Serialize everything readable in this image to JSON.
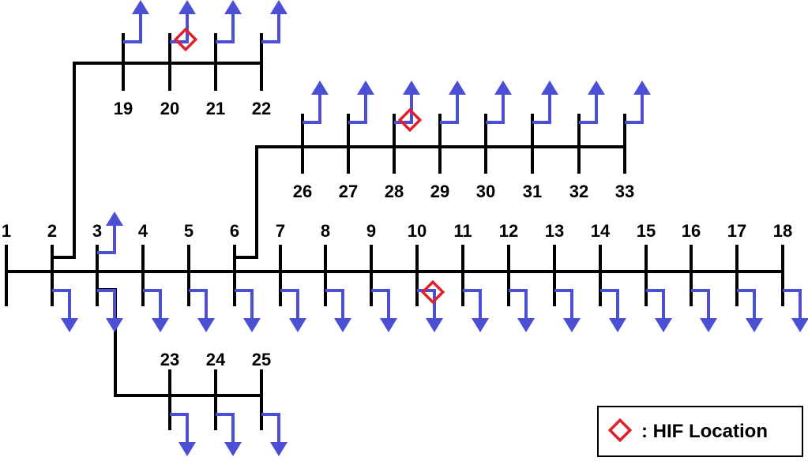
{
  "colors": {
    "line": "#000000",
    "load": "#4a4fd4",
    "marker": "#e0202a"
  },
  "legend": {
    "text": ": HIF Location"
  },
  "buses": [
    {
      "id": "1",
      "label": "1",
      "load": "none"
    },
    {
      "id": "2",
      "label": "2",
      "load": "down"
    },
    {
      "id": "3",
      "label": "3",
      "load": "both"
    },
    {
      "id": "4",
      "label": "4",
      "load": "down"
    },
    {
      "id": "5",
      "label": "5",
      "load": "down"
    },
    {
      "id": "6",
      "label": "6",
      "load": "down"
    },
    {
      "id": "7",
      "label": "7",
      "load": "down"
    },
    {
      "id": "8",
      "label": "8",
      "load": "down"
    },
    {
      "id": "9",
      "label": "9",
      "load": "down"
    },
    {
      "id": "10",
      "label": "10",
      "load": "down",
      "hif": true
    },
    {
      "id": "11",
      "label": "11",
      "load": "down"
    },
    {
      "id": "12",
      "label": "12",
      "load": "down"
    },
    {
      "id": "13",
      "label": "13",
      "load": "down"
    },
    {
      "id": "14",
      "label": "14",
      "load": "down"
    },
    {
      "id": "15",
      "label": "15",
      "load": "down"
    },
    {
      "id": "16",
      "label": "16",
      "load": "down"
    },
    {
      "id": "17",
      "label": "17",
      "load": "down"
    },
    {
      "id": "18",
      "label": "18",
      "load": "down"
    },
    {
      "id": "19",
      "label": "19",
      "load": "up"
    },
    {
      "id": "20",
      "label": "20",
      "load": "up",
      "hif": true
    },
    {
      "id": "21",
      "label": "21",
      "load": "up"
    },
    {
      "id": "22",
      "label": "22",
      "load": "up"
    },
    {
      "id": "23",
      "label": "23",
      "load": "down"
    },
    {
      "id": "24",
      "label": "24",
      "load": "down"
    },
    {
      "id": "25",
      "label": "25",
      "load": "down"
    },
    {
      "id": "26",
      "label": "26",
      "load": "up"
    },
    {
      "id": "27",
      "label": "27",
      "load": "up"
    },
    {
      "id": "28",
      "label": "28",
      "load": "up",
      "hif": true
    },
    {
      "id": "29",
      "label": "29",
      "load": "up"
    },
    {
      "id": "30",
      "label": "30",
      "load": "up"
    },
    {
      "id": "31",
      "label": "31",
      "load": "up"
    },
    {
      "id": "32",
      "label": "32",
      "load": "up"
    },
    {
      "id": "33",
      "label": "33",
      "load": "up"
    }
  ],
  "branches": [
    {
      "from": "2",
      "to": "19"
    },
    {
      "from": "3",
      "to": "23"
    },
    {
      "from": "6",
      "to": "26"
    }
  ]
}
